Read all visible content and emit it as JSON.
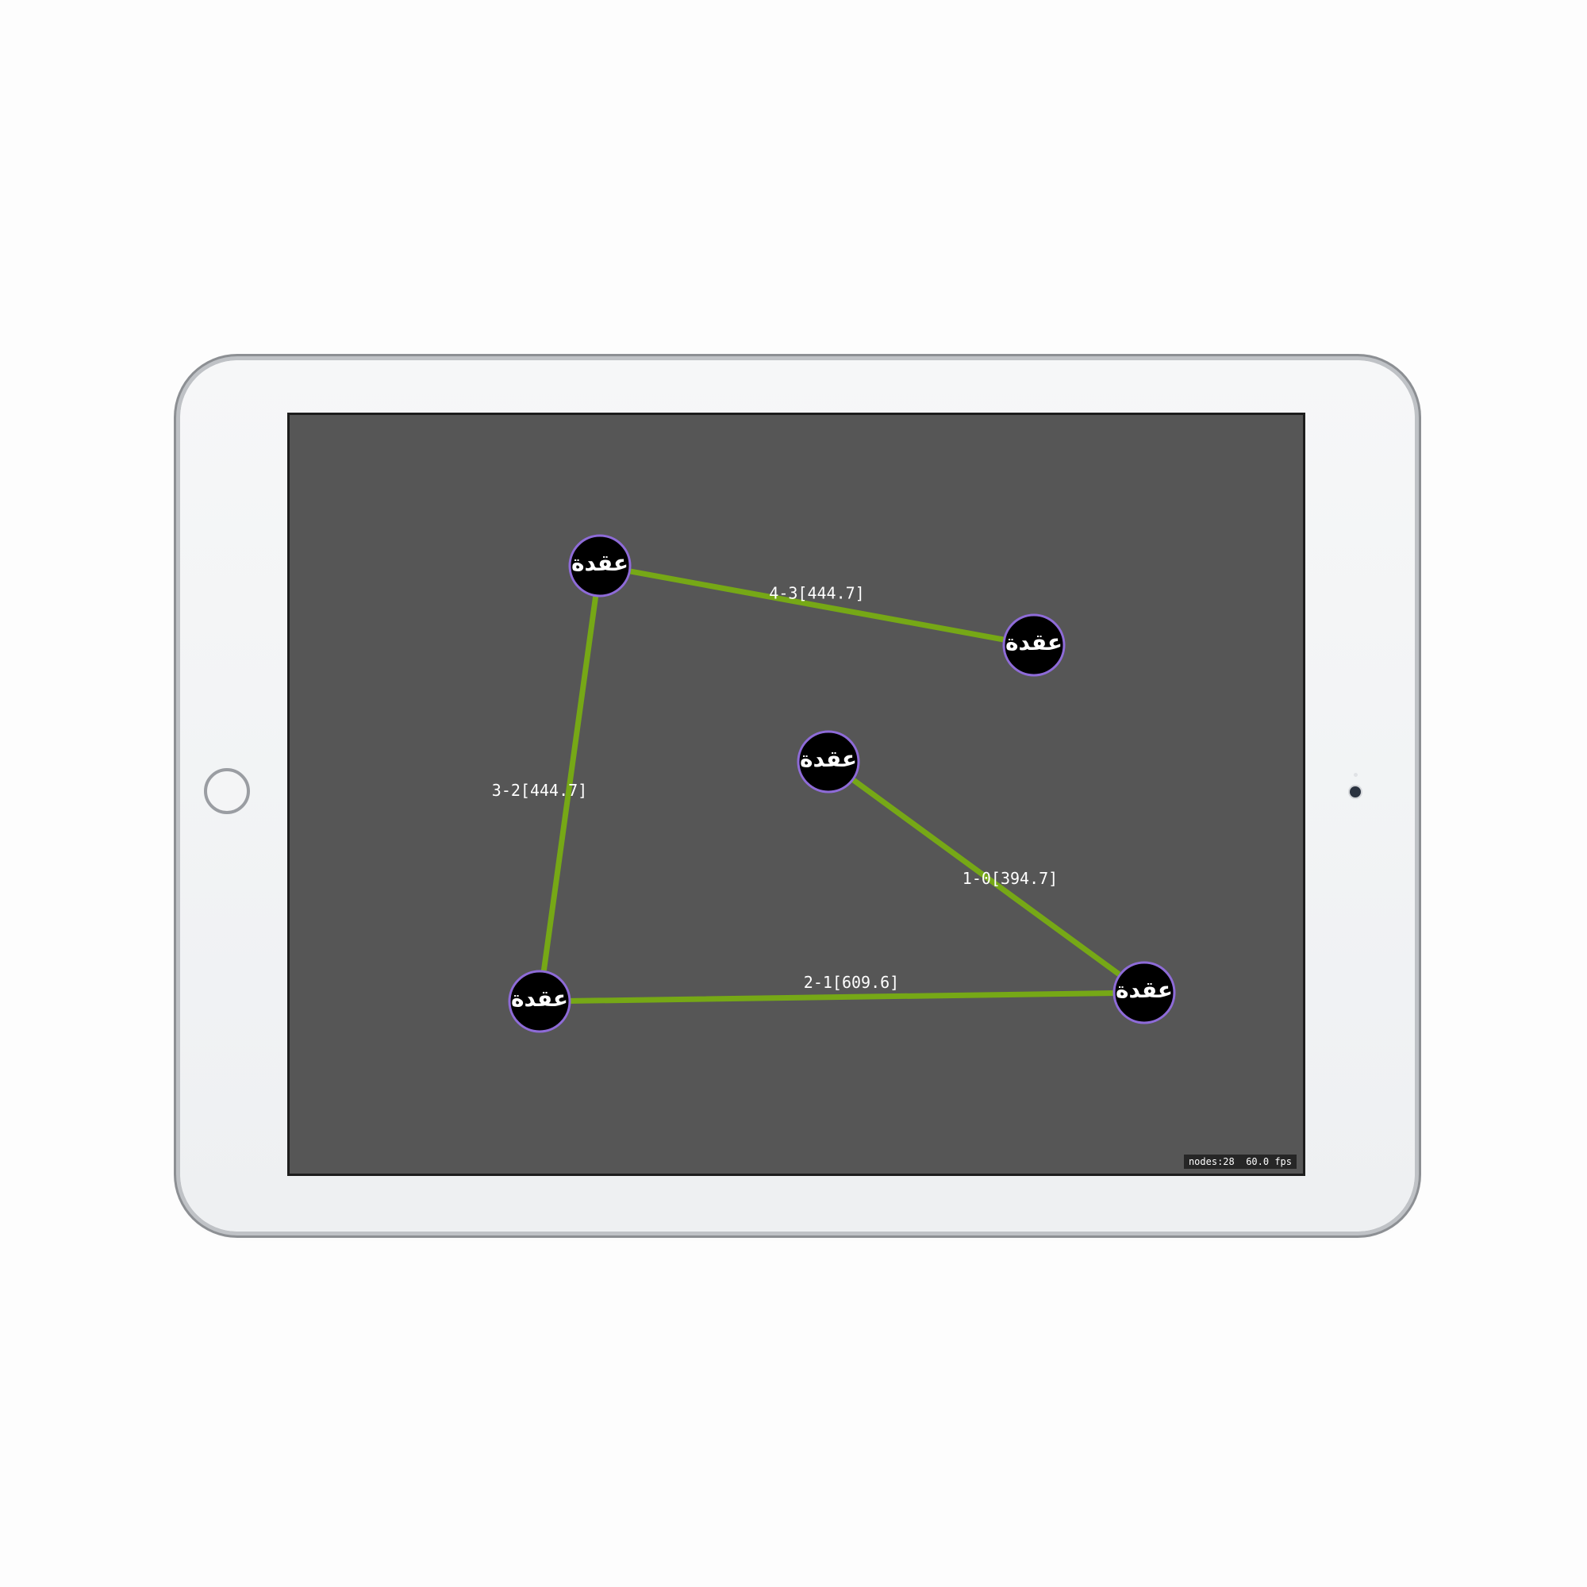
{
  "scene": {
    "background_color": "#565656",
    "edge_color": "#76a816",
    "node_fill": "#000000",
    "node_stroke": "#8e6bd8",
    "node_label": "عقدة",
    "nodes": [
      {
        "id": "n4",
        "label": "عقدة"
      },
      {
        "id": "n3",
        "label": "عقدة"
      },
      {
        "id": "n0",
        "label": "عقدة"
      },
      {
        "id": "n2",
        "label": "عقدة"
      },
      {
        "id": "n1",
        "label": "عقدة"
      }
    ],
    "edges": [
      {
        "from": "n4",
        "to": "n3",
        "label": "4-3[444.7]"
      },
      {
        "from": "n4",
        "to": "n2",
        "label": "3-2[444.7]"
      },
      {
        "from": "n0",
        "to": "n1",
        "label": "1-0[394.7]"
      },
      {
        "from": "n2",
        "to": "n1",
        "label": "2-1[609.6]"
      }
    ]
  },
  "stats": {
    "nodes": "nodes:28",
    "fps": "60.0 fps"
  }
}
